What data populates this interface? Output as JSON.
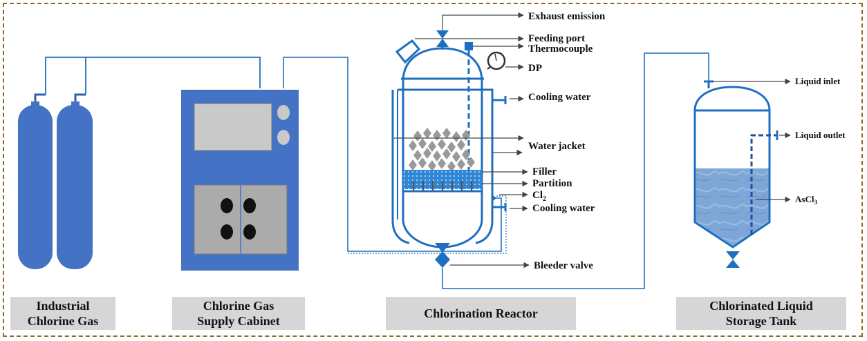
{
  "colors": {
    "equipment_blue": "#4472c4",
    "line_blue": "#1f6fc1",
    "cabinet_panel": "#c9c9c9",
    "cabinet_inner": "#ababab",
    "filler_gray": "#999999",
    "liquid": "#7ea6d6",
    "caption_bg": "#d6d6d6",
    "frame_border": "#8a6d1e"
  },
  "captions": {
    "cylinders": [
      "Industrial",
      "Chlorine Gas"
    ],
    "cabinet": [
      "Chlorine Gas",
      "Supply Cabinet"
    ],
    "reactor": [
      "Chlorination Reactor"
    ],
    "tank": [
      "Chlorinated Liquid",
      "Storage Tank"
    ]
  },
  "reactor_labels": {
    "exhaust": "Exhaust emission",
    "feeding_port": "Feeding port",
    "thermocouple": "Thermocouple",
    "dp": "DP",
    "cooling_water_top": "Cooling water",
    "water_jacket": "Water jacket",
    "filler": "Filler",
    "partition": "Partition",
    "cl2_base": "Cl",
    "cl2_sub": "2",
    "cooling_water_bottom": "Cooling water",
    "bleeder_valve": "Bleeder valve"
  },
  "tank_labels": {
    "liquid_inlet": "Liquid inlet",
    "liquid_outlet": "Liquid outlet",
    "ascl3_base": "AsCl",
    "ascl3_sub": "3"
  }
}
